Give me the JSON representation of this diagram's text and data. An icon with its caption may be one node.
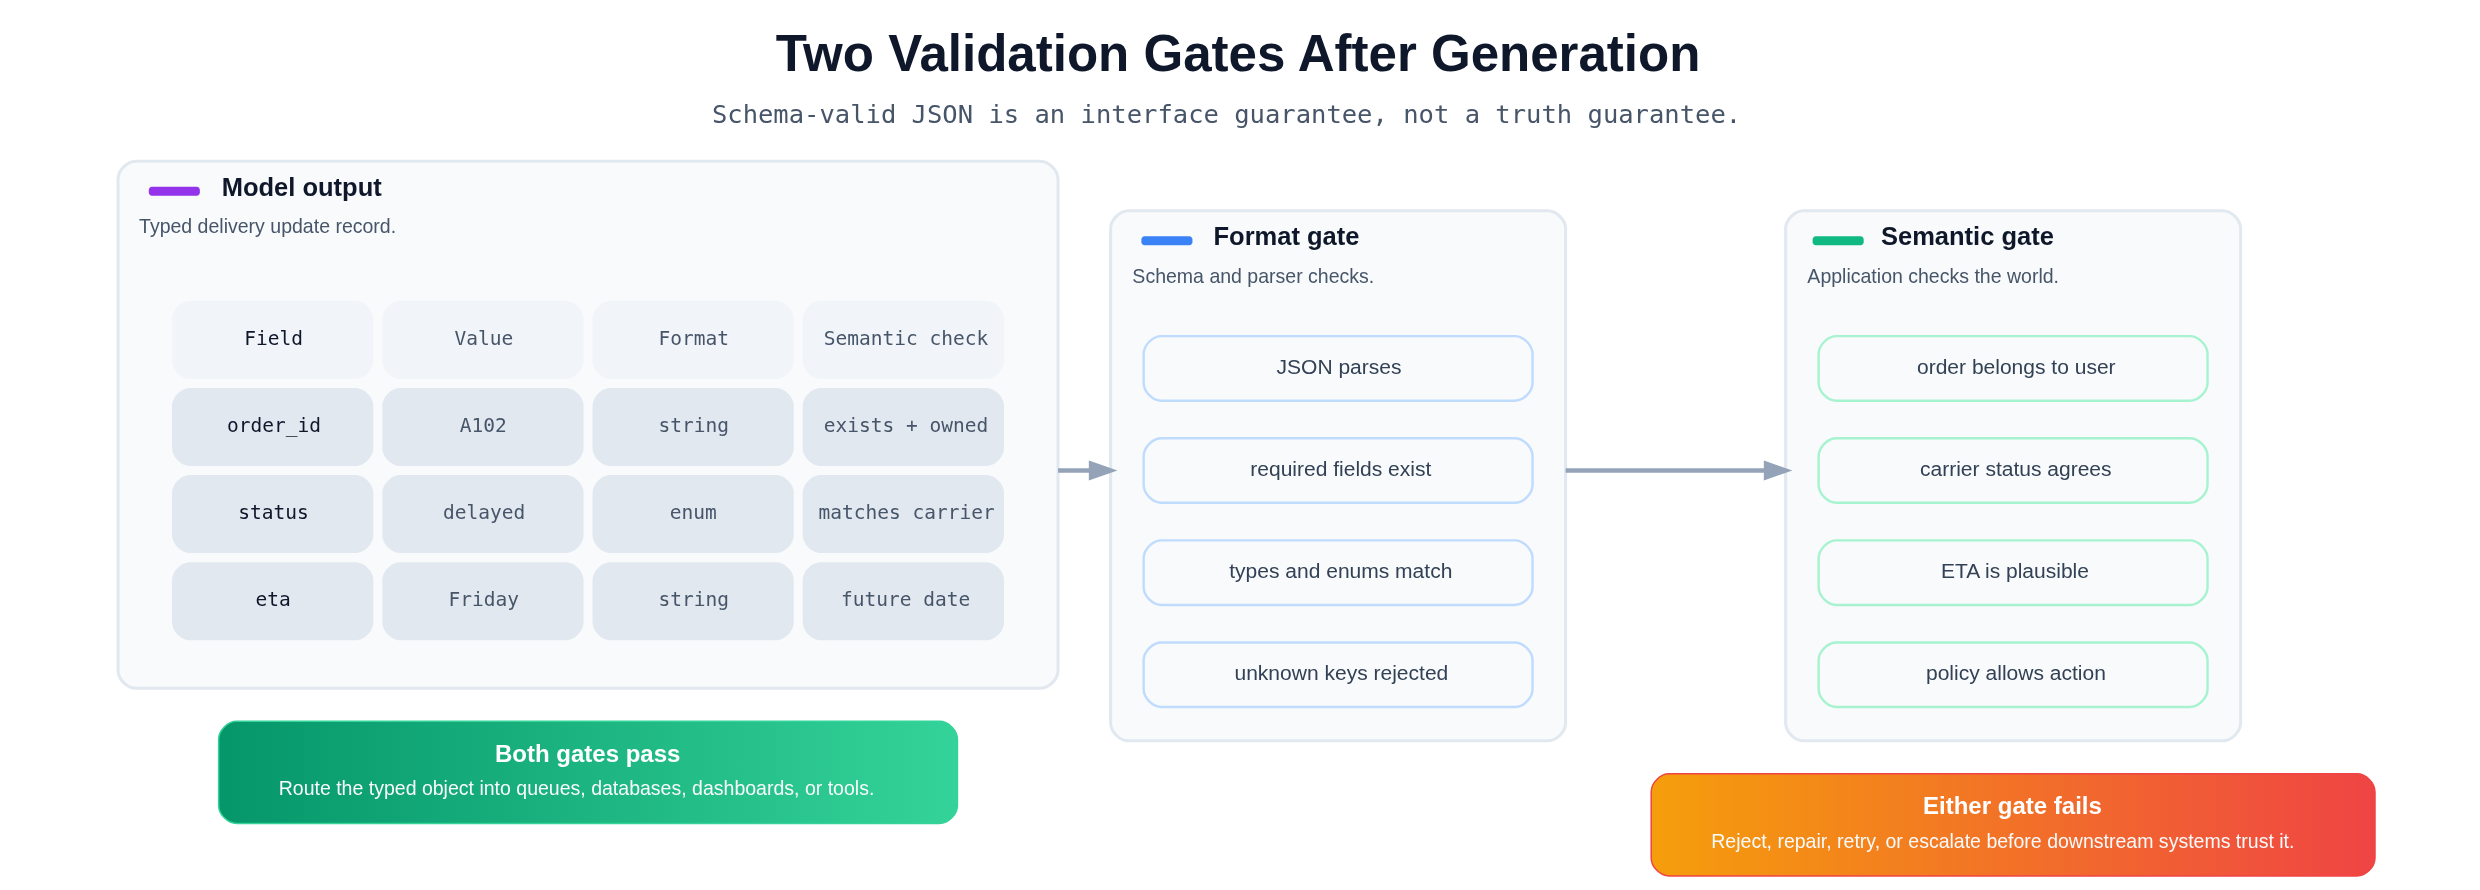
{
  "diagram": {
    "title": "Two Validation Gates After Generation",
    "caption": "Schema-valid JSON is an interface guarantee, not a truth guarantee.",
    "nodes": [
      {
        "text": [
          "Model output",
          "Typed delivery update record."
        ]
      },
      {
        "text": [
          "Format gate",
          "Schema and parser checks."
        ]
      },
      {
        "text": [
          "JSON parses"
        ],
        "in": 1
      },
      {
        "text": [
          "required fields exist"
        ],
        "in": 1
      },
      {
        "text": [
          "types and enums match"
        ],
        "in": 1
      },
      {
        "text": [
          "unknown keys rejected"
        ],
        "in": 1
      },
      {
        "text": [
          "Semantic gate",
          "Application checks the world."
        ]
      },
      {
        "text": [
          "order belongs to user"
        ],
        "in": 6
      },
      {
        "text": [
          "carrier status agrees"
        ],
        "in": 6
      },
      {
        "text": [
          "ETA is plausible"
        ],
        "in": 6
      },
      {
        "text": [
          "policy allows action"
        ],
        "in": 6
      },
      {
        "text": [
          "Both gates pass",
          "Route the typed object into queues, databases, dashboards, or tools."
        ]
      },
      {
        "text": [
          "Either gate fails",
          "Reject, repair, retry, or escalate before downstream systems trust it."
        ]
      }
    ],
    "edges": [
      {
        "from": 0,
        "to": 1,
        "arrow": "to"
      },
      {
        "from": 1,
        "to": 6,
        "arrow": "to"
      }
    ],
    "labels": [
      "Field",
      "Value",
      "Format",
      "Semantic check",
      "order_id",
      "A102",
      "string",
      "exists + owned",
      "status",
      "delayed",
      "enum",
      "matches carrier",
      "eta",
      "Friday",
      "string",
      "future date"
    ]
  }
}
